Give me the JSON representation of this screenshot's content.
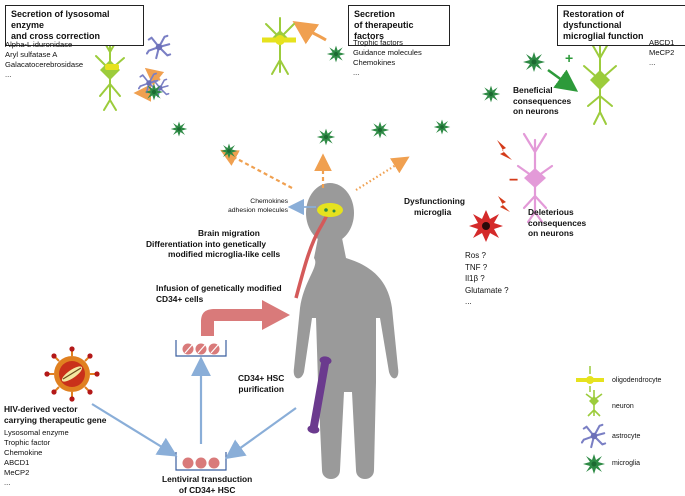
{
  "panels": {
    "lysosomal": {
      "title_l1": "Secretion of lysosomal enzyme",
      "title_l2": "and cross correction",
      "items": [
        "Alpha-L iduronidase",
        "Aryl sulfatase A",
        "Galacatocerebrosidase",
        "..."
      ]
    },
    "therapeutic": {
      "title_l1": "Secretion",
      "title_l2": "of therapeutic factors",
      "items": [
        "Trophic factors",
        "Guidance molecules",
        "Chemokines",
        "..."
      ]
    },
    "restoration": {
      "title_l1": "Restoration of dysfunctional",
      "title_l2": "microglial function",
      "items": [
        "ABCD1",
        "MeCP2",
        "..."
      ]
    }
  },
  "labels": {
    "beneficial": [
      "Beneficial",
      "consequences",
      "on neurons"
    ],
    "plus": "+",
    "minus": "−",
    "deleterious": [
      "Deleterious",
      "consequences",
      "on neurons"
    ],
    "dysfunctioning": [
      "Dysfunctioning",
      "microglia"
    ],
    "factors": [
      "Ros ?",
      "TNF ?",
      "Il1β ?",
      "Glutamate ?",
      "..."
    ],
    "chemokines": [
      "Chemokines",
      "adhesion molecules"
    ],
    "brain_migration": [
      "Brain migration",
      "Differentiation into genetically",
      "modified microglia-like cells"
    ],
    "infusion": [
      "Infusion of genetically modified",
      "CD34+ cells"
    ],
    "purification": [
      "CD34+ HSC",
      "purification"
    ],
    "vector_title": [
      "HIV-derived vector",
      "carrying therapeutic gene"
    ],
    "vector_items": [
      "Lysosomal enzyme",
      "Trophic factor",
      "Chemokine",
      "ABCD1",
      "MeCP2",
      "..."
    ],
    "lentiviral": [
      "Lentiviral transduction",
      "of CD34+ HSC"
    ]
  },
  "legend": [
    {
      "label": "oligodendrocyte",
      "color": "#e6e21e"
    },
    {
      "label": "neuron",
      "color": "#9ccc3c"
    },
    {
      "label": "astrocyte",
      "color": "#7a7fc4"
    },
    {
      "label": "microglia",
      "color": "#2e8a45"
    }
  ],
  "colors": {
    "microglia": "#2e8a45",
    "neuron": "#9ccc3c",
    "astrocyte": "#7a7fc4",
    "oligodendrocyte": "#e6e21e",
    "pink_neuron": "#e39ad8",
    "orange_arrow": "#f0a050",
    "blue_arrow": "#8aaed8",
    "red_arrow": "#d97a7a",
    "human": "#9a9a9a"
  }
}
